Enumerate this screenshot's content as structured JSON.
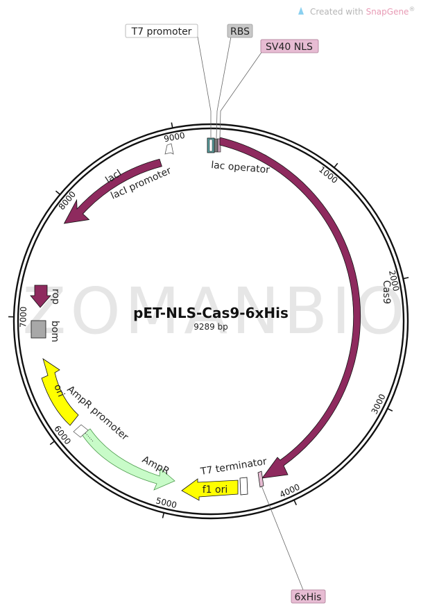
{
  "credit": {
    "prefix": "Created with ",
    "brand": "SnapGene",
    "suffix": "®"
  },
  "watermark": "ZOMANBIO",
  "plasmid": {
    "name": "pET-NLS-Cas9-6xHis",
    "size": "9289 bp"
  },
  "ticks": [
    "1000",
    "2000",
    "3000",
    "4000",
    "5000",
    "6000",
    "7000",
    "8000",
    "9000"
  ],
  "callouts": {
    "t7_promoter": "T7 promoter",
    "rbs": "RBS",
    "sv40_nls": "SV40 NLS",
    "his_tag": "6xHis"
  },
  "features": {
    "cas9": "Cas9",
    "laci": "lacI",
    "ori": "ori",
    "f1_ori": "f1 ori"
  },
  "labels": {
    "lac_operator": "lac operator",
    "laci_promoter": "lacI promoter",
    "rop": "rop",
    "bom": "bom",
    "ampr_promoter": "AmpR promoter",
    "ampr": "AmpR",
    "t7_terminator": "T7 terminator"
  },
  "colors": {
    "cas9": "#8e2a5e",
    "laci": "#8e2a5e",
    "rop": "#8e2a5e",
    "ori": "#ffff00",
    "ampr": "#c8fbc8",
    "bom": "#a8a8a8",
    "rbs_callout": "#c8c8c8",
    "nls_callout": "#e7bcd3",
    "his_callout": "#e7bcd3"
  }
}
